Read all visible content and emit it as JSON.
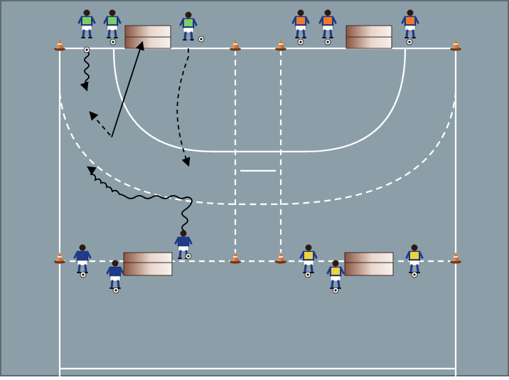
{
  "diagram": {
    "type": "handball-drill",
    "colors": {
      "court": "#8c9fa9",
      "border": "#5e6c73",
      "line": "#ffffff",
      "arrow": "#000000",
      "cone": "#e0701f",
      "kit_blue": "#1f3b8a",
      "bib_green": "#7dcf62",
      "bib_orange": "#ef7a2c",
      "bib_yellow": "#f2d23a",
      "box_light": "#f4ece6",
      "box_dark": "#8a5440"
    },
    "groups": [
      {
        "id": "top-left",
        "bib": "green"
      },
      {
        "id": "top-right",
        "bib": "orange"
      },
      {
        "id": "bottom-left",
        "bib": "none"
      },
      {
        "id": "bottom-right",
        "bib": "yellow"
      }
    ],
    "icons": [
      "player",
      "ball",
      "cone",
      "box",
      "arrow"
    ]
  }
}
